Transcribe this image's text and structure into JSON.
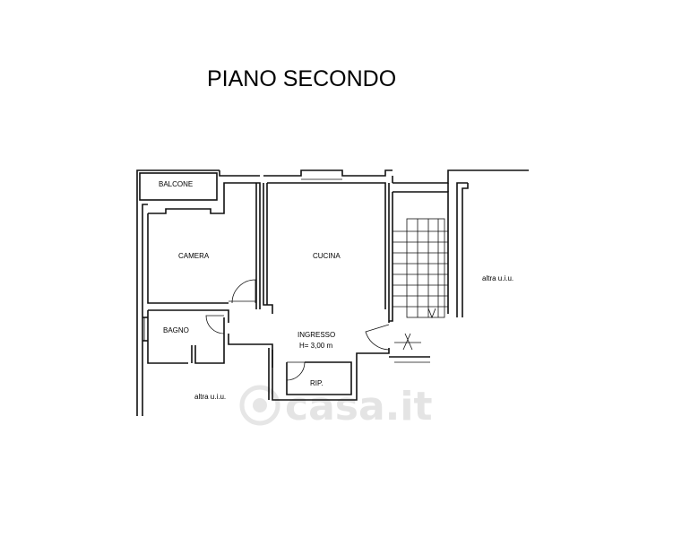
{
  "plan": {
    "title": "PIANO SECONDO",
    "rooms": {
      "balcone": "BALCONE",
      "camera": "CAMERA",
      "cucina": "CUCINA",
      "bagno": "BAGNO",
      "ingresso": "INGRESSO",
      "height": "H= 3,00 m",
      "rip": "RIP.",
      "altra_right": "altra u.i.u.",
      "altra_bottom": "altra u.i.u."
    },
    "watermark": "casa.it"
  }
}
